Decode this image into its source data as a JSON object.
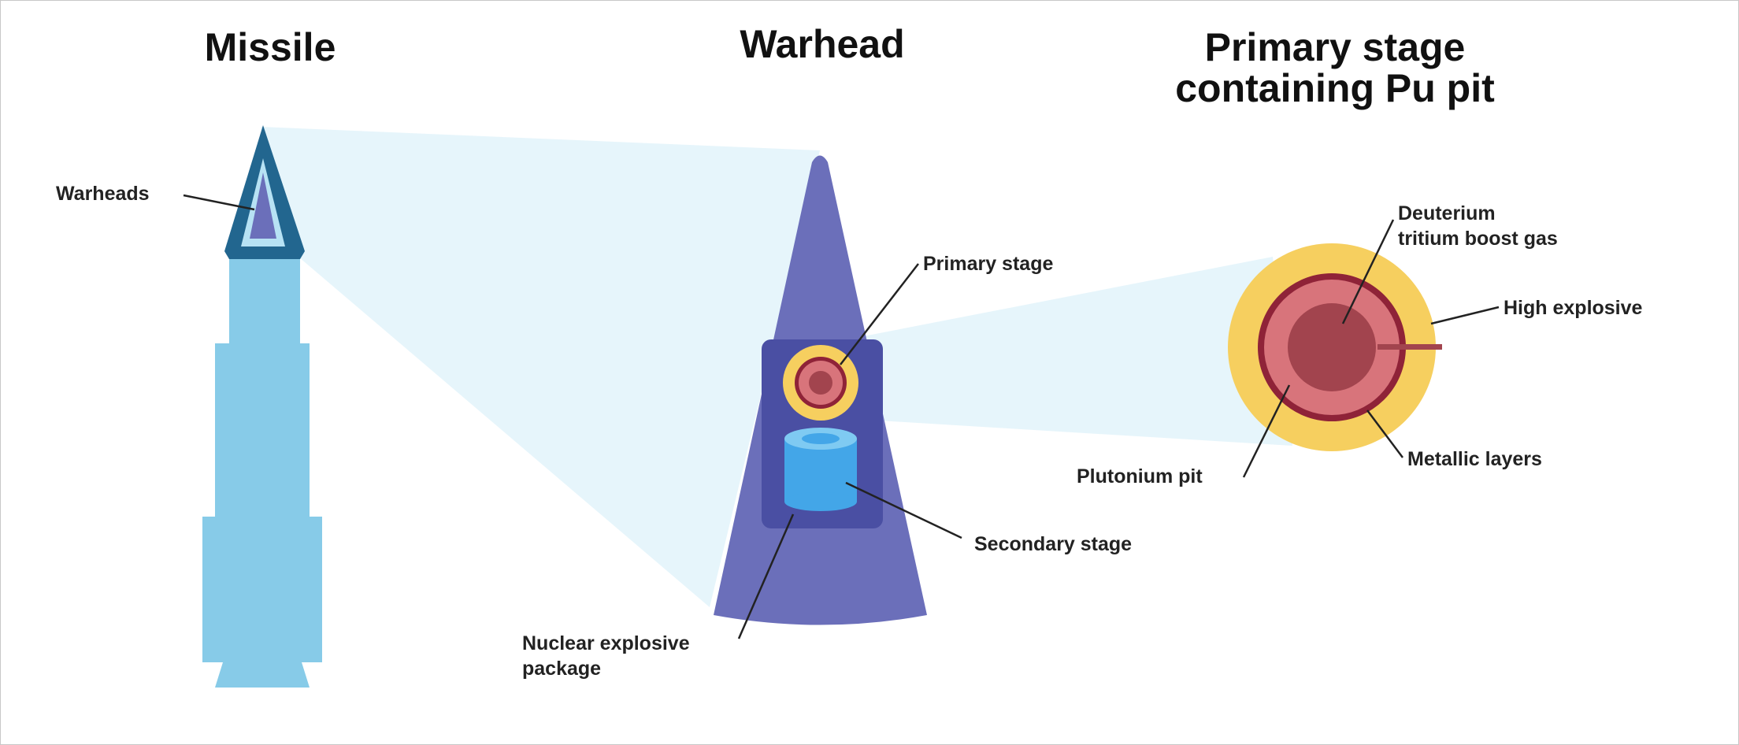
{
  "titles": {
    "missile": "Missile",
    "warhead": "Warhead",
    "primary_line1": "Primary stage",
    "primary_line2": "containing Pu pit"
  },
  "labels": {
    "warheads": "Warheads",
    "primary_stage": "Primary stage",
    "secondary_stage": "Secondary stage",
    "nuclear_explosive_line1": "Nuclear explosive",
    "nuclear_explosive_line2": "package",
    "deuterium_line1": "Deuterium",
    "deuterium_line2": "tritium boost gas",
    "high_explosive": "High explosive",
    "plutonium_pit": "Plutonium pit",
    "metallic_layers": "Metallic layers"
  },
  "colors": {
    "missile_body": "#87cbe8",
    "missile_nose_dark": "#22668f",
    "warhead_cone": "#6b6fba",
    "warhead_inner": "#4a4fa3",
    "zoom_beam": "#e3f4fb",
    "high_explosive_ring": "#f6cf5f",
    "metallic_ring": "#8f2338",
    "deuterium_region": "#d8747b",
    "plutonium_core": "#a2444e",
    "secondary_stage": "#43a6e8"
  }
}
